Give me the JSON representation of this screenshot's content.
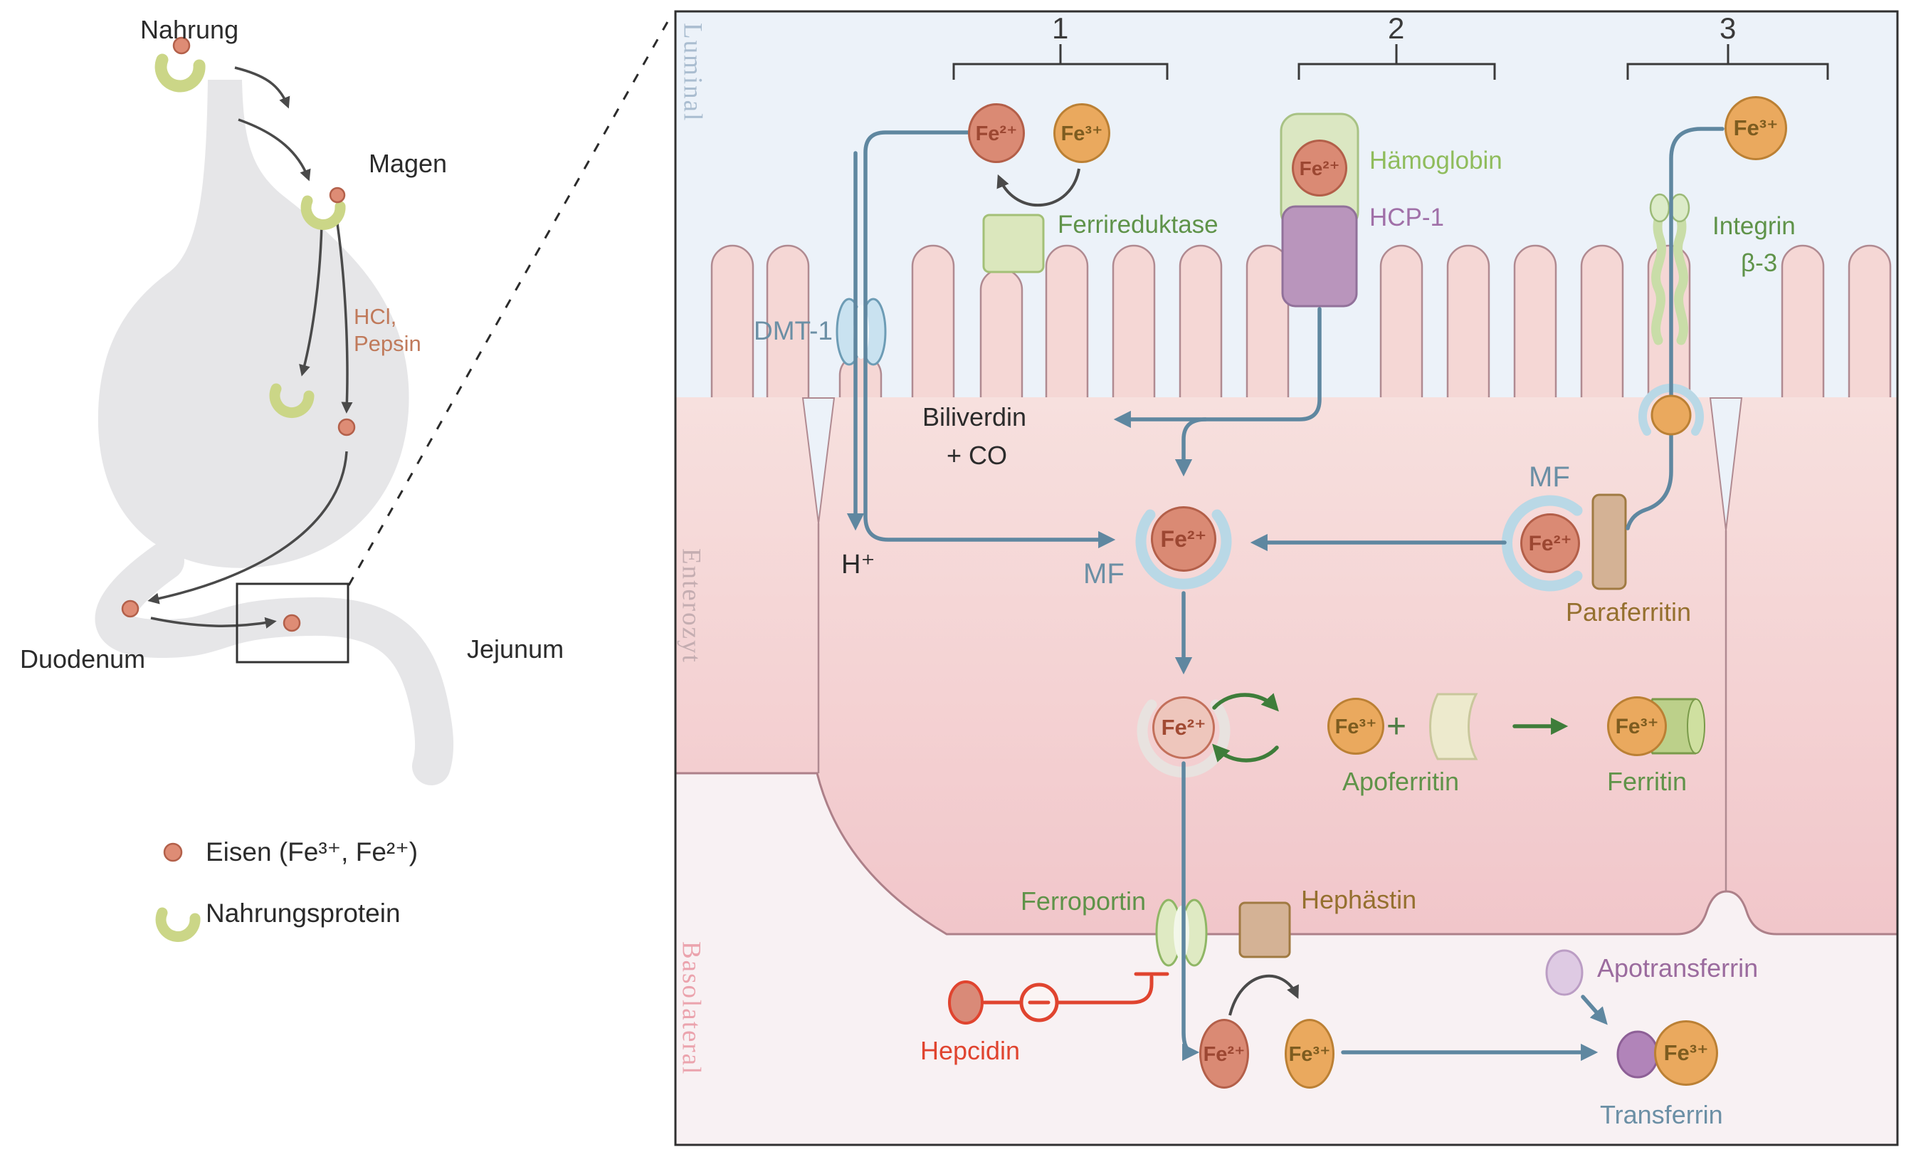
{
  "left_panel": {
    "labels": {
      "nahrung": "Nahrung",
      "magen": "Magen",
      "hcl_line1": "HCl,",
      "hcl_line2": "Pepsin",
      "duodenum": "Duodenum",
      "jejunum": "Jejunum"
    },
    "legend": {
      "iron": "Eisen (Fe³⁺, Fe²⁺)",
      "protein": "Nahrungsprotein"
    }
  },
  "panel": {
    "zones": {
      "luminal": "Luminal",
      "enterozyt": "Enterozyt",
      "basolateral": "Basolateral"
    },
    "pathway_numbers": {
      "p1": "1",
      "p2": "2",
      "p3": "3"
    },
    "ions": {
      "fe2": "Fe²⁺",
      "fe3": "Fe³⁺",
      "h": "H⁺",
      "plus": "+"
    },
    "proteins": {
      "ferrireduktase": "Ferrireduktase",
      "dmt1": "DMT-1",
      "haemoglobin": "Hämoglobin",
      "hcp1": "HCP-1",
      "integrin_line1": "Integrin",
      "integrin_line2": "β-3",
      "mf_left": "MF",
      "mf_right": "MF",
      "paraferritin": "Paraferritin",
      "apoferritin": "Apoferritin",
      "ferritin": "Ferritin",
      "ferroportin": "Ferroportin",
      "hephaestin": "Hephästin",
      "hepcidin": "Hepcidin",
      "apotransferrin": "Apotransferrin",
      "transferrin": "Transferrin"
    },
    "molecules": {
      "biliverdin_line1": "Biliverdin",
      "biliverdin_line2": "+ CO"
    }
  },
  "colors": {
    "luminal_bg": "#ecf2f9",
    "cell_pink_top": "#f7e0de",
    "cell_pink_bottom": "#f1c8cc",
    "basolateral_bg": "#f8f1f3",
    "membrane_stroke": "#ad8089",
    "flow_blue": "#5f87a0",
    "fe2_fill": "#da8a74",
    "fe3_fill": "#eaa95e",
    "green_label": "#5f9349",
    "purple_label": "#a070a8",
    "brown_box": "#d4b295",
    "hepcidin_red": "#e0442f",
    "stomach_gray": "#e6e6e8",
    "protein_green": "#ccd884"
  }
}
